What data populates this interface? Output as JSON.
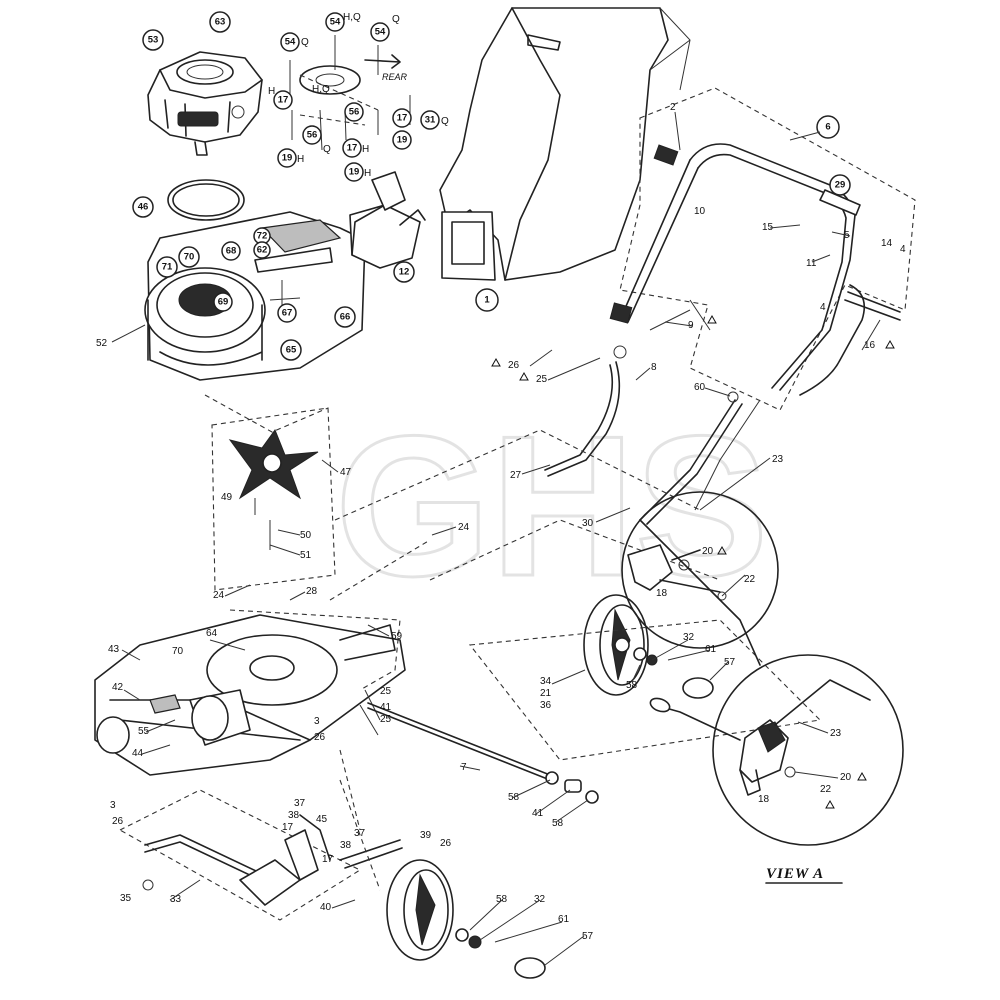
{
  "diagram": {
    "view_title": "VIEW A",
    "watermark": "GHS",
    "rear_note": "REAR",
    "callouts_circled": [
      "53",
      "63",
      "54",
      "54",
      "54",
      "31",
      "17",
      "17",
      "56",
      "56",
      "19",
      "19",
      "19",
      "17",
      "46",
      "72",
      "68",
      "62",
      "70",
      "71",
      "69",
      "67",
      "66",
      "65",
      "12",
      "1",
      "6",
      "29"
    ],
    "suffix_notes": {
      "q": "Q",
      "h": "H",
      "hq": "H,Q"
    },
    "labels": {
      "l2": "2",
      "l10": "10",
      "l15": "15",
      "l5": "5",
      "l11": "11",
      "l14": "14",
      "l4a": "4",
      "l4b": "4",
      "l16": "16",
      "l9": "9",
      "l26": "26",
      "l25": "25",
      "l8": "8",
      "l60": "60",
      "l23": "23",
      "l27": "27",
      "l30": "30",
      "l52": "52",
      "l47": "47",
      "l49": "49",
      "l50": "50",
      "l51": "51",
      "l24a": "24",
      "l24b": "24",
      "l28": "28",
      "l59": "59",
      "l43": "43",
      "l64": "64",
      "l70": "70",
      "l42": "42",
      "l55": "55",
      "l44": "44",
      "l25b": "25",
      "l41": "41",
      "l25c": "25",
      "l3a": "3",
      "l26b": "26",
      "l3b": "3",
      "l26c": "26",
      "l7": "7",
      "l58a": "58",
      "l41b": "41",
      "l58b": "58",
      "l37a": "37",
      "l38a": "38",
      "l17a": "17",
      "l45": "45",
      "l37b": "37",
      "l38b": "38",
      "l17b": "17",
      "l39": "39",
      "l26d": "26",
      "l35": "35",
      "l33": "33",
      "l40": "40",
      "l58c": "58",
      "l32a": "32",
      "l61a": "61",
      "l57a": "57",
      "l34": "34",
      "l21": "21",
      "l36": "36",
      "l58d": "58",
      "l32b": "32",
      "l61b": "61",
      "l57b": "57",
      "l18a": "18",
      "l20a": "20",
      "l22a": "22",
      "l23b": "23",
      "l18b": "18",
      "l20b": "20",
      "l22b": "22"
    }
  }
}
